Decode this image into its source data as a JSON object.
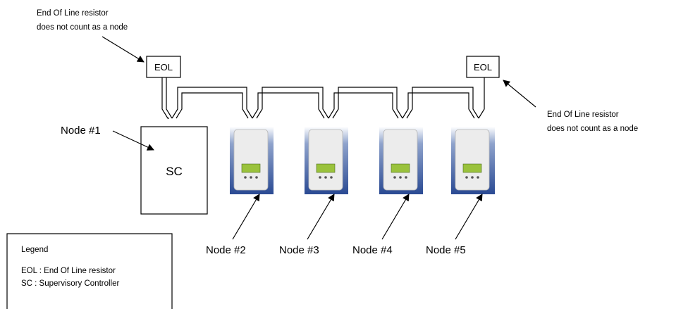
{
  "annotation_left": {
    "line1": "End Of Line resistor",
    "line2": "does not count as a node"
  },
  "annotation_right": {
    "line1": "End Of Line resistor",
    "line2": "does not count as a node"
  },
  "eol_left_label": "EOL",
  "eol_right_label": "EOL",
  "sc_label": "SC",
  "nodes": {
    "node1": "Node #1",
    "node2": "Node #2",
    "node3": "Node #3",
    "node4": "Node #4",
    "node5": "Node #5"
  },
  "legend": {
    "title": "Legend",
    "line1": "EOL : End Of Line resistor",
    "line2": "SC : Supervisory Controller"
  },
  "colors": {
    "device_background": "#1f3f8a",
    "device_body": "#e8e8e8",
    "display": "#9ac23c"
  }
}
